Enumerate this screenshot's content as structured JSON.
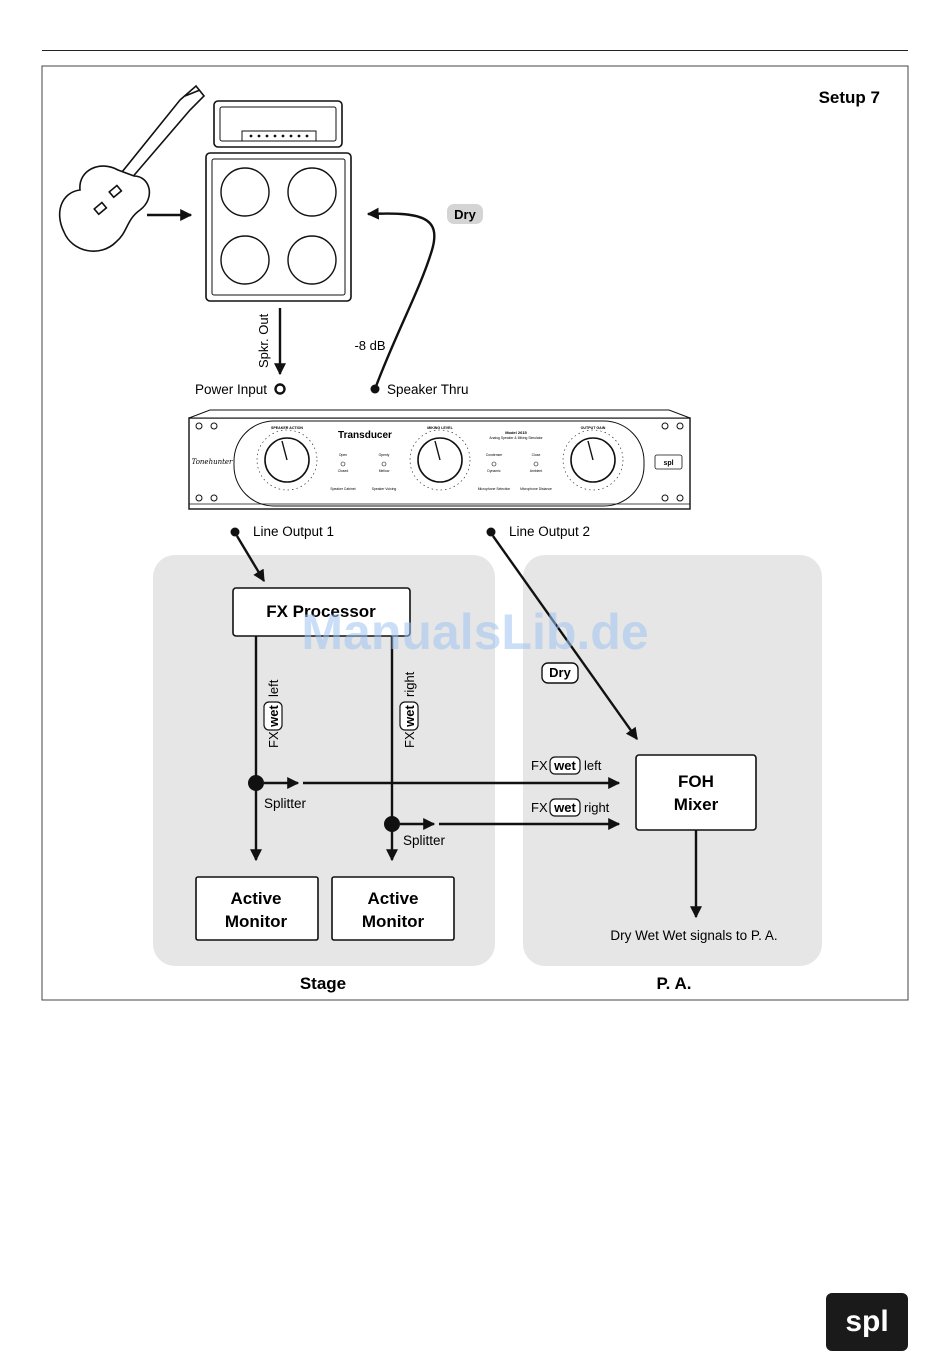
{
  "setup_title": "Setup 7",
  "watermark": "ManualsLib.de",
  "labels": {
    "dry_top": "Dry",
    "spkr_out": "Spkr. Out",
    "minus8db": "-8 dB",
    "power_input": "Power Input",
    "speaker_thru": "Speaker Thru",
    "line_output_1": "Line Output 1",
    "line_output_2": "Line Output 2",
    "fx_processor": "FX Processor",
    "dry_mid": "Dry",
    "fx_left_vertical": {
      "pre": "FX",
      "badge": "wet",
      "post": "left"
    },
    "fx_right_vertical": {
      "pre": "FX",
      "badge": "wet",
      "post": "right"
    },
    "splitter_1": "Splitter",
    "splitter_2": "Splitter",
    "fx_wet_left": {
      "pre": "FX",
      "badge": "wet",
      "post": "left"
    },
    "fx_wet_right": {
      "pre": "FX",
      "badge": "wet",
      "post": "right"
    },
    "foh_line1": "FOH",
    "foh_line2": "Mixer",
    "active_monitor_1": {
      "line1": "Active",
      "line2": "Monitor"
    },
    "active_monitor_2": {
      "line1": "Active",
      "line2": "Monitor"
    },
    "dry_wet_signals": "Dry Wet Wet signals to P. A.",
    "stage": "Stage",
    "pa": "P. A."
  },
  "device": {
    "name": "Transducer",
    "model_line1": "Model 2615",
    "model_line2": "Analog Speaker & Miking Simulator",
    "brand_script": "Tonehunter",
    "knob1_label": "SPEAKER ACTION",
    "knob2_label": "MIKING LEVEL",
    "knob3_label": "OUTPUT GAIN",
    "switch_labels_top": [
      "Open",
      "Openly",
      "Condenser",
      "Close"
    ],
    "switch_labels_bottom": [
      "Closed",
      "Mellow",
      "Dynamic",
      "Ambient"
    ],
    "switch_labels_low": [
      "Speaker Cabinet",
      "Speaker Voicing",
      "Microphone Selection",
      "Microphone Distance"
    ],
    "logo": "spl"
  },
  "footer_logo": "spl"
}
